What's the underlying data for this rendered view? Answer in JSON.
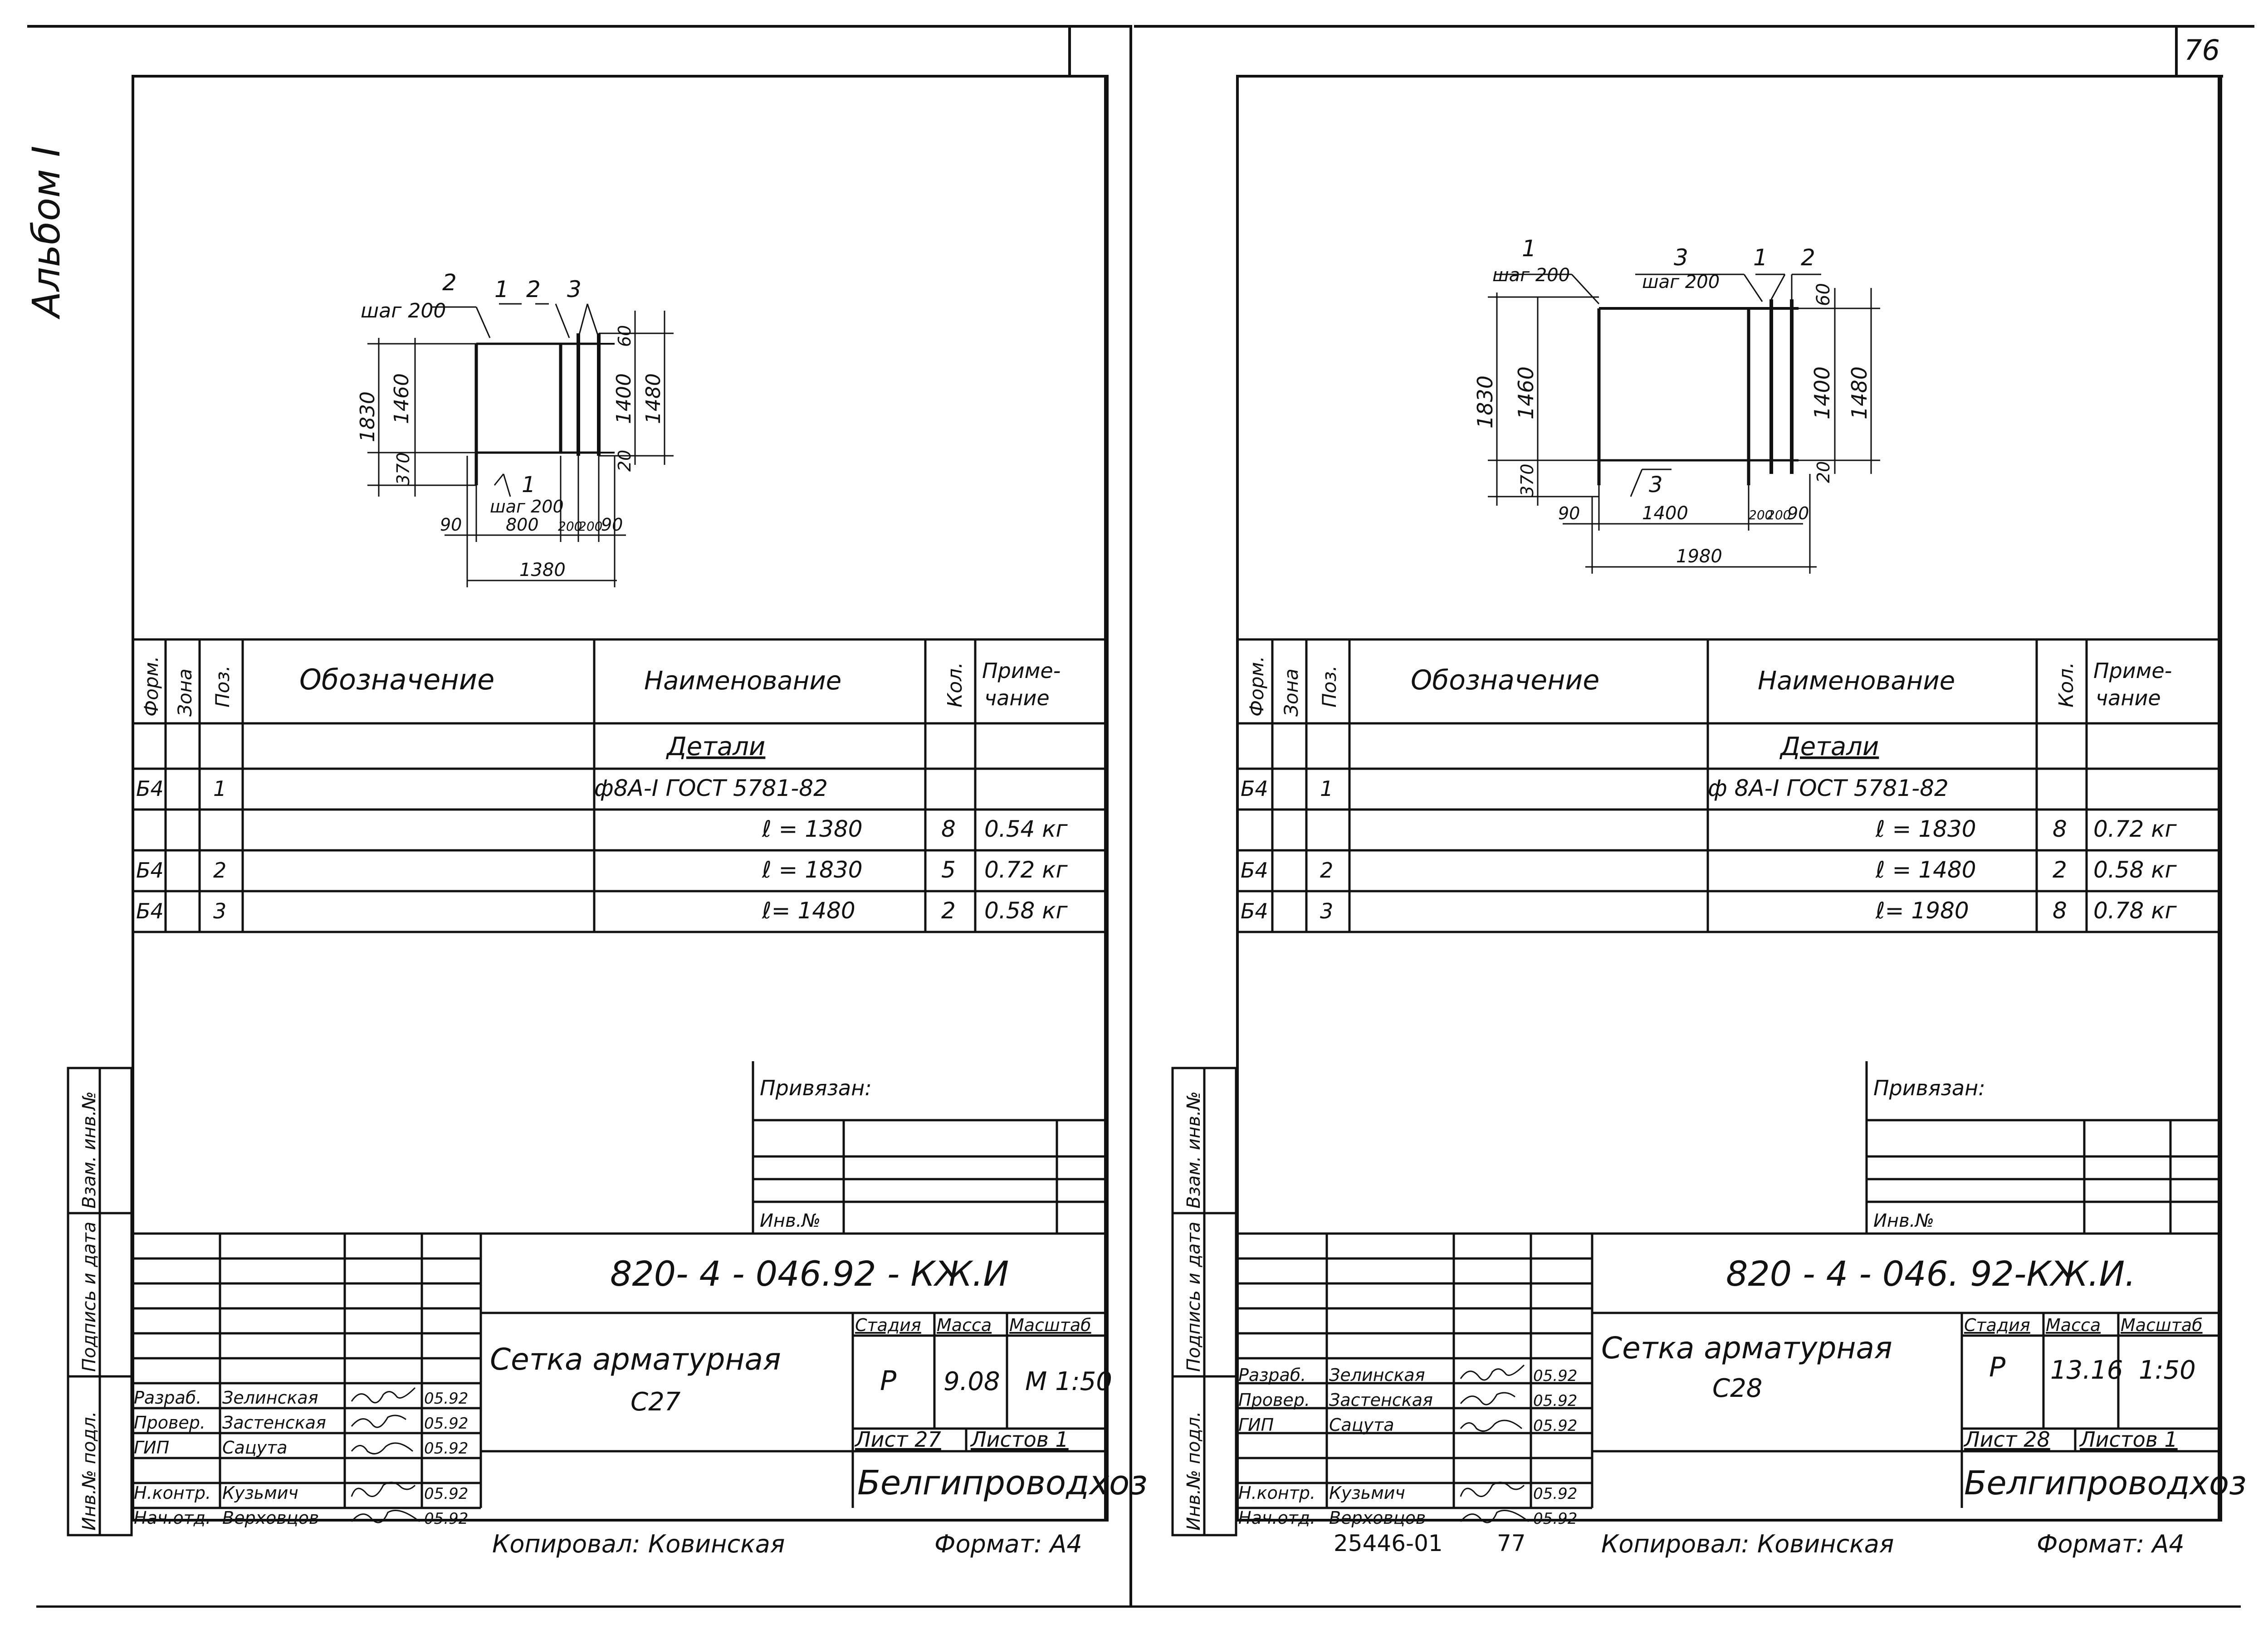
{
  "album_label": "Альбом I",
  "page_number": "76",
  "bottom_inventory": "25446-01",
  "bottom_sheet_no": "77",
  "sheets": [
    {
      "drawing": {
        "dims": {
          "pos2": "2",
          "shag200_top": "шаг 200",
          "pos1_top": "1",
          "pos2_top": "2",
          "pos3_top": "3",
          "v1830": "1830",
          "v1460": "1460",
          "v370": "370",
          "v60": "60",
          "v1400": "1400",
          "v20": "20",
          "v1480": "1480",
          "pos1_bot": "1",
          "shag200_bot": "шаг 200",
          "h90a": "90",
          "h800": "800",
          "h200a": "200",
          "h200b": "200",
          "h90b": "90",
          "h1380": "1380"
        }
      },
      "spec": {
        "headers": {
          "form": "Форм.",
          "zone": "Зона",
          "pos": "Поз.",
          "designation": "Обозначение",
          "name": "Наименование",
          "qty": "Кол.",
          "note": "Приме- чание"
        },
        "section": "Детали",
        "rows": [
          {
            "form": "Б4",
            "pos": "1",
            "name": "ф8А-I ГОСТ 5781-82",
            "qty": "",
            "note": ""
          },
          {
            "form": "",
            "pos": "",
            "name": "ℓ = 1380",
            "qty": "8",
            "note": "0.54 кг"
          },
          {
            "form": "Б4",
            "pos": "2",
            "name": "ℓ = 1830",
            "qty": "5",
            "note": "0.72 кг"
          },
          {
            "form": "Б4",
            "pos": "3",
            "name": "ℓ= 1480",
            "qty": "2",
            "note": "0.58 кг"
          }
        ]
      },
      "side_stamp": {
        "vzam": "Взам. инв.№",
        "podpis": "Подпись и дата",
        "inv": "Инв.№ подл."
      },
      "privyazan": "Привязан:",
      "inv_no": "Инв.№",
      "code": "820- 4 - 046.92 - КЖ.И",
      "title_line1": "Сетка арматурная",
      "title_line2": "С27",
      "stadiya_h": "Стадия",
      "massa_h": "Масса",
      "masshtab_h": "Масштаб",
      "stadiya": "Р",
      "massa": "9.08",
      "masshtab": "М 1:50",
      "list": "Лист 27",
      "listov": "Листов 1",
      "org": "Белгипроводхоз",
      "people": [
        {
          "role": "Разраб.",
          "name": "Зелинская",
          "date": "05.92"
        },
        {
          "role": "Провер.",
          "name": "Застенская",
          "date": "05.92"
        },
        {
          "role": "ГИП",
          "name": "Сацута",
          "date": "05.92"
        },
        {
          "role": "Н.контр.",
          "name": "Кузьмич",
          "date": "05.92"
        },
        {
          "role": "Нач.отд.",
          "name": "Верховцов",
          "date": "05.92"
        }
      ],
      "copied": "Копировал: Ковинская",
      "format": "Формат: А4"
    },
    {
      "drawing": {
        "dims": {
          "pos1": "1",
          "shag200_l": "шаг 200",
          "pos3": "3",
          "shag200_r": "шаг 200",
          "pos1r": "1",
          "pos2r": "2",
          "v1830": "1830",
          "v1460": "1460",
          "v370": "370",
          "v60": "60",
          "v1400": "1400",
          "v20": "20",
          "v1480": "1480",
          "pos3_bot": "3",
          "h90a": "90",
          "h1400": "1400",
          "h200a": "200",
          "h200b": "200",
          "h90b": "90",
          "h1980": "1980"
        }
      },
      "spec": {
        "headers": {
          "form": "Форм.",
          "zone": "Зона",
          "pos": "Поз.",
          "designation": "Обозначение",
          "name": "Наименование",
          "qty": "Кол.",
          "note": "Приме- чание"
        },
        "section": "Детали",
        "rows": [
          {
            "form": "Б4",
            "pos": "1",
            "name": "ф 8А-I ГОСТ 5781-82",
            "qty": "",
            "note": ""
          },
          {
            "form": "",
            "pos": "",
            "name": "ℓ = 1830",
            "qty": "8",
            "note": "0.72 кг"
          },
          {
            "form": "Б4",
            "pos": "2",
            "name": "ℓ = 1480",
            "qty": "2",
            "note": "0.58 кг"
          },
          {
            "form": "Б4",
            "pos": "3",
            "name": "ℓ= 1980",
            "qty": "8",
            "note": "0.78 кг"
          }
        ]
      },
      "side_stamp": {
        "vzam": "Взам. инв.№",
        "podpis": "Подпись и дата",
        "inv": "Инв.№ подл."
      },
      "privyazan": "Привязан:",
      "inv_no": "Инв.№",
      "code": "820 - 4 - 046. 92-КЖ.И.",
      "title_line1": "Сетка арматурная",
      "title_line2": "С28",
      "stadiya_h": "Стадия",
      "massa_h": "Масса",
      "masshtab_h": "Масштаб",
      "stadiya": "Р",
      "massa": "13.16",
      "masshtab": "1:50",
      "list": "Лист 28",
      "listov": "Листов 1",
      "org": "Белгипроводхоз",
      "people": [
        {
          "role": "Разраб.",
          "name": "Зелинская",
          "date": "05.92"
        },
        {
          "role": "Провер.",
          "name": "Застенская",
          "date": "05.92"
        },
        {
          "role": "ГИП",
          "name": "Сацута",
          "date": "05.92"
        },
        {
          "role": "Н.контр.",
          "name": "Кузьмич",
          "date": "05.92"
        },
        {
          "role": "Нач.отд.",
          "name": "Верховцов",
          "date": "05.92"
        }
      ],
      "copied": "Копировал: Ковинская",
      "format": "Формат: А4"
    }
  ]
}
